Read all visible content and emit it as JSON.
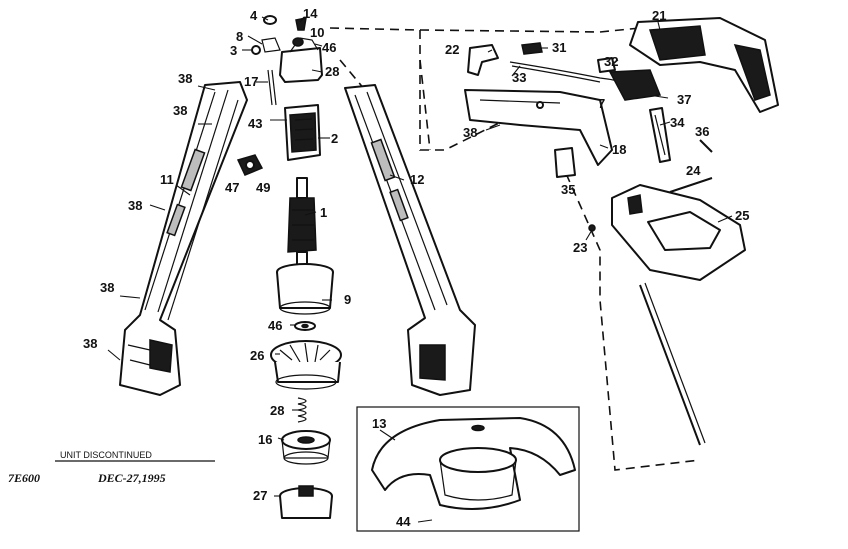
{
  "diagram": {
    "callouts": {
      "n4": "4",
      "n14": "14",
      "n10": "10",
      "n8": "8",
      "n46a": "46",
      "n3": "3",
      "n28a": "28",
      "n17": "17",
      "n38a": "38",
      "n38b": "38",
      "n43": "43",
      "n2": "2",
      "n47": "47",
      "n49": "49",
      "n11": "11",
      "n38c": "38",
      "n1": "1",
      "n12": "12",
      "n9": "9",
      "n38d": "38",
      "n46b": "46",
      "n26": "26",
      "n38e": "38",
      "n28b": "28",
      "n16": "16",
      "n27": "27",
      "n13": "13",
      "n44": "44",
      "n21": "21",
      "n22": "22",
      "n31": "31",
      "n32": "32",
      "n33": "33",
      "n7": "7",
      "n37": "37",
      "n34": "34",
      "n36": "36",
      "n38f": "38",
      "n18": "18",
      "n35": "35",
      "n24": "24",
      "n25": "25",
      "n23": "23"
    },
    "footer": {
      "discontinued_note": "UNIT DISCONTINUED",
      "model_code": "7E600",
      "date_note": "DEC-27,1995"
    }
  }
}
